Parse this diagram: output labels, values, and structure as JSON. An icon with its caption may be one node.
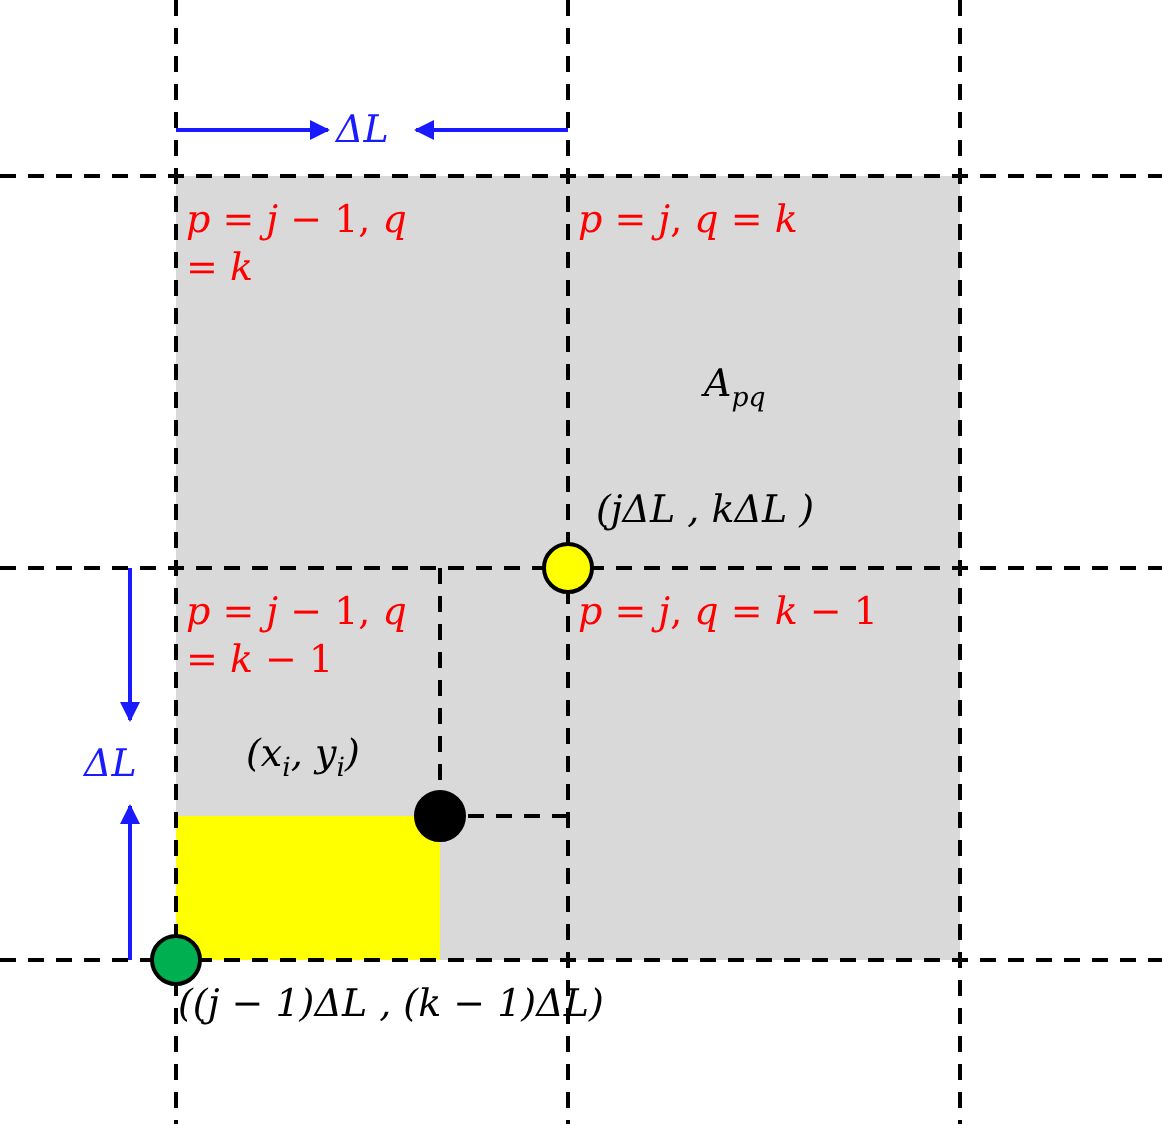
{
  "diagram": {
    "nodes": [
      {
        "text": [
          "*p* = *j* − 1, *q* = *k*"
        ]
      },
      {
        "text": [
          "*p* = *j*, *q* = *k*",
          "*A*$_{pq}$"
        ]
      },
      {
        "text": [
          "*p* = *j* − 1, *q* = *k* − 1"
        ]
      },
      {
        "text": [
          "*p* = *j*, *q* = *k* − 1"
        ]
      },
      {
        "text": [],
        "shape": "circle",
        "beside": [
          "(jΔL , kΔL )"
        ]
      },
      {
        "text": [],
        "shape": "circle",
        "beside": [
          "(*x*$_{i}$, *y*$_{i}$)"
        ],
        "in": 2
      },
      {
        "text": [],
        "shape": "box",
        "in": 2
      },
      {
        "text": [],
        "shape": "circle",
        "beside": [
          "((j − 1)ΔL , (k − 1)ΔL)"
        ]
      }
    ],
    "edges": [],
    "labels": [
      "ΔL",
      "ΔL"
    ]
  }
}
